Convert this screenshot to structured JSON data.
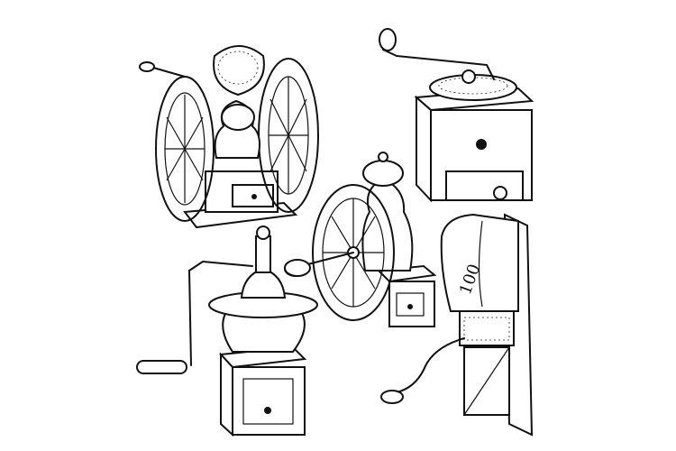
{
  "illustration": {
    "background_color": "#ffffff",
    "ink_color": "#111111",
    "items": [
      {
        "id": "wheel-grinder-large"
      },
      {
        "id": "box-grinder-top-crank"
      },
      {
        "id": "pedestal-grinder-side-crank"
      },
      {
        "id": "wheel-grinder-small"
      },
      {
        "id": "wall-mounted-grinder",
        "lettering": "100"
      }
    ]
  }
}
